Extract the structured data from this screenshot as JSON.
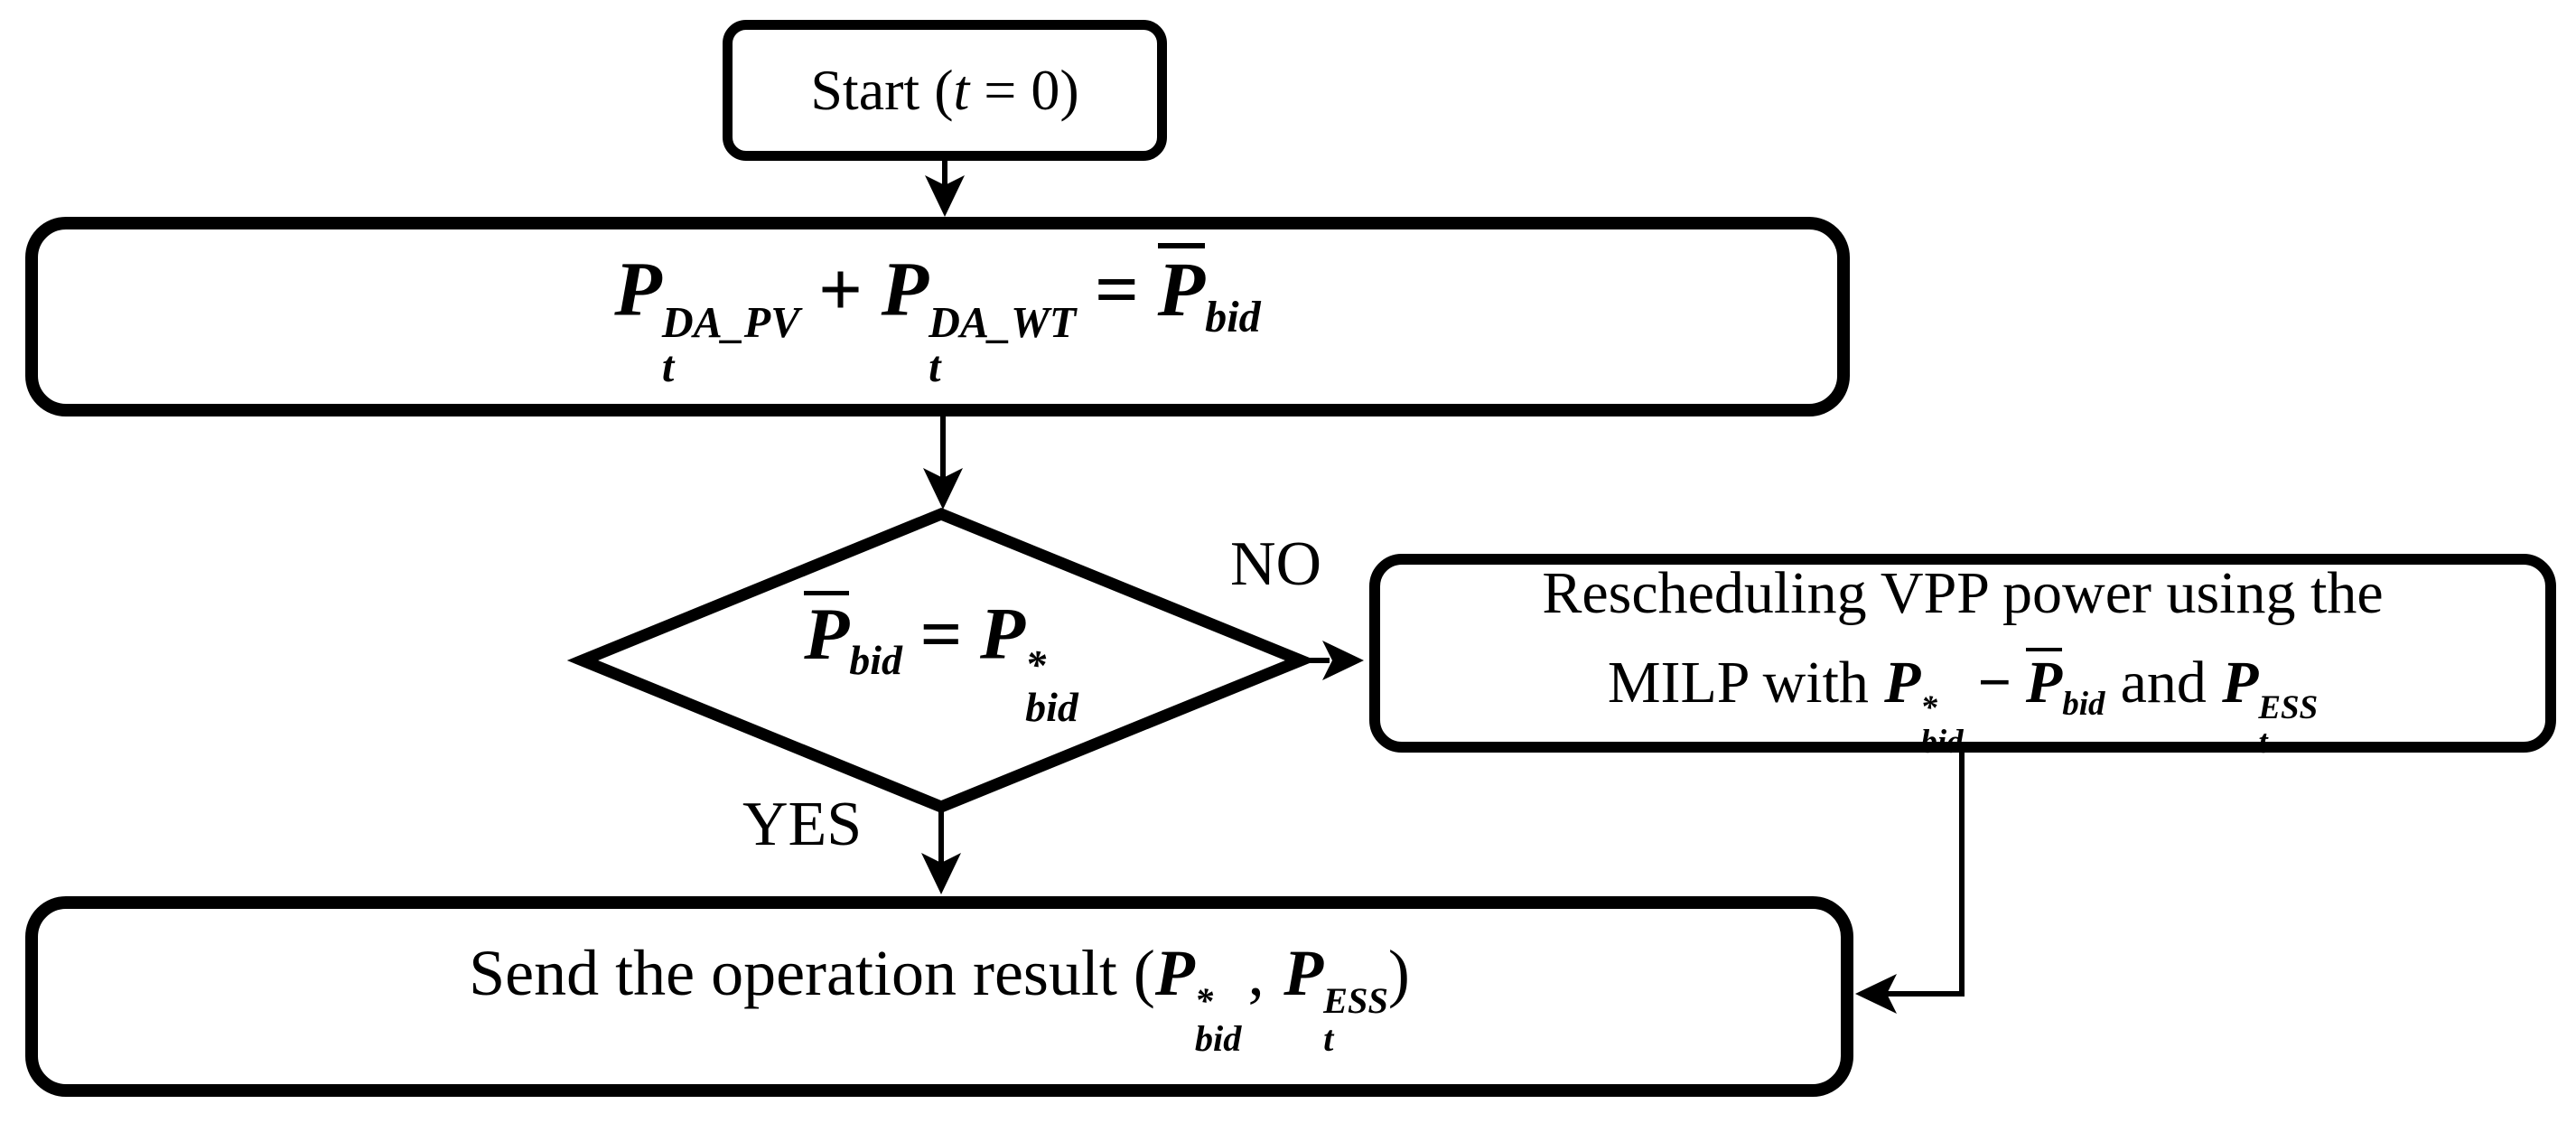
{
  "figure": {
    "colors": {
      "ink": "#000000",
      "paper": "#ffffff"
    },
    "start": {
      "pre": "Start (",
      "t": "t",
      "post": " = 0)"
    },
    "bid": {
      "p1": "P",
      "p1_sup": "DA_PV",
      "p1_sub": "t",
      "plus": "+",
      "p2": "P",
      "p2_sup": "DA_WT",
      "p2_sub": "t",
      "eq": "=",
      "p3": "P",
      "p3_sub": "bid"
    },
    "decision": {
      "lhs": "P",
      "lhs_sub": "bid",
      "eq": "=",
      "rhs": "P",
      "rhs_sup": "*",
      "rhs_sub": "bid"
    },
    "no": "NO",
    "yes": "YES",
    "reschedule": {
      "line1": "Rescheduling VPP power using the",
      "pre": "MILP with",
      "p1": "P",
      "p1_sup": "*",
      "p1_sub": "bid",
      "minus": "−",
      "p2": "P",
      "p2_sub": "bid",
      "and": "and",
      "p3": "P",
      "p3_sup": "ESS",
      "p3_sub": "t"
    },
    "send": {
      "pre": "Send the operation result (",
      "p1": "P",
      "p1_sup": "*",
      "p1_sub": "bid",
      "comma": ",",
      "p2": "P",
      "p2_sup": "ESS",
      "p2_sub": "t",
      "post": ")"
    }
  }
}
